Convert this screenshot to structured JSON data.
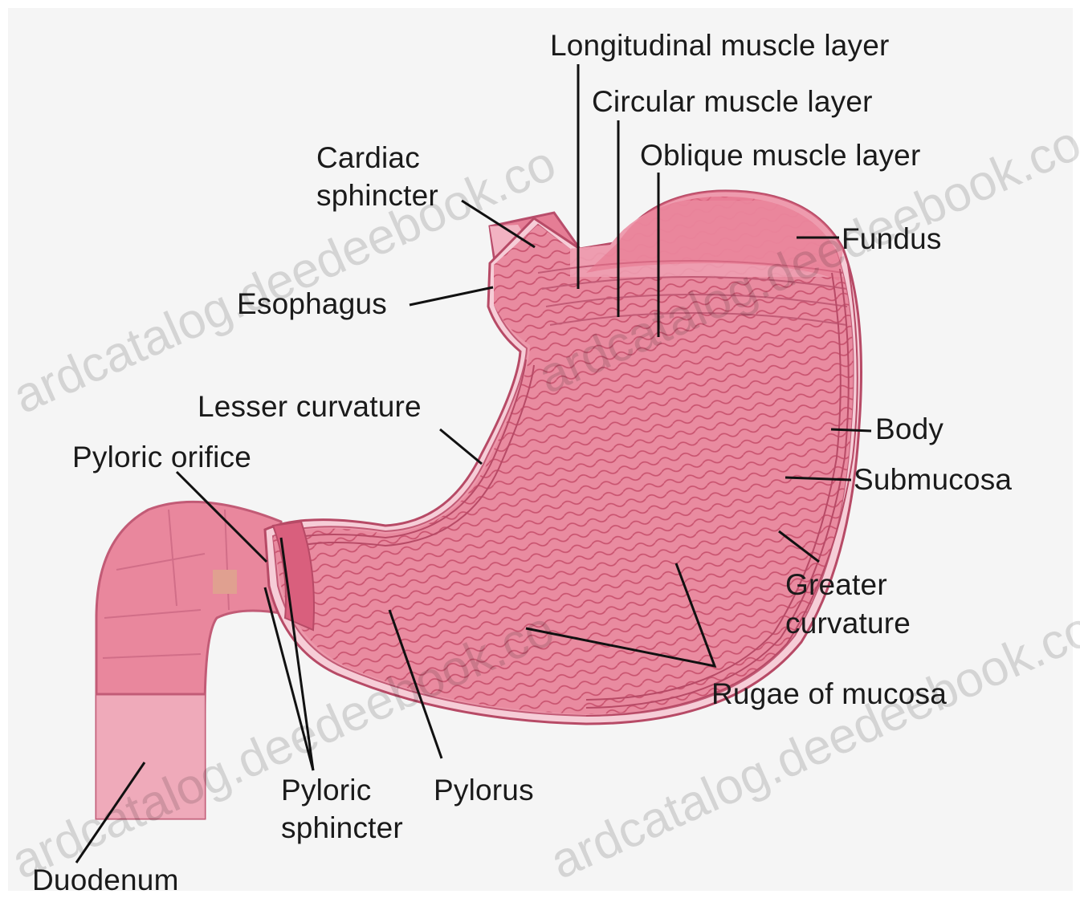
{
  "labels": {
    "longitudinal": "Longitudinal muscle layer",
    "circular": "Circular muscle layer",
    "oblique": "Oblique muscle layer",
    "cardiac_1": "Cardiac",
    "cardiac_2": "sphincter",
    "fundus": "Fundus",
    "esophagus": "Esophagus",
    "lesser_curvature": "Lesser curvature",
    "pyloric_orifice": "Pyloric orifice",
    "body": "Body",
    "submucosa": "Submucosa",
    "greater_1": "Greater",
    "greater_2": "curvature",
    "rugae": "Rugae of mucosa",
    "pyloric_sphincter_1": "Pyloric",
    "pyloric_sphincter_2": "sphincter",
    "pylorus": "Pylorus",
    "duodenum": "Duodenum"
  },
  "watermarks": {
    "wm1": "ardcatalog.deedeebook.co",
    "wm2": "ardcatalog.deedeebook.co",
    "wm3": "ardcatalog.deedeebook.co",
    "wm4": "ardcatalog.deedeebook.co"
  },
  "colors": {
    "stomach_fill": "#e8879c",
    "stomach_dark": "#d8607c",
    "serosa": "#f3c3cf",
    "outline": "#b74a66",
    "leader": "#111111"
  }
}
